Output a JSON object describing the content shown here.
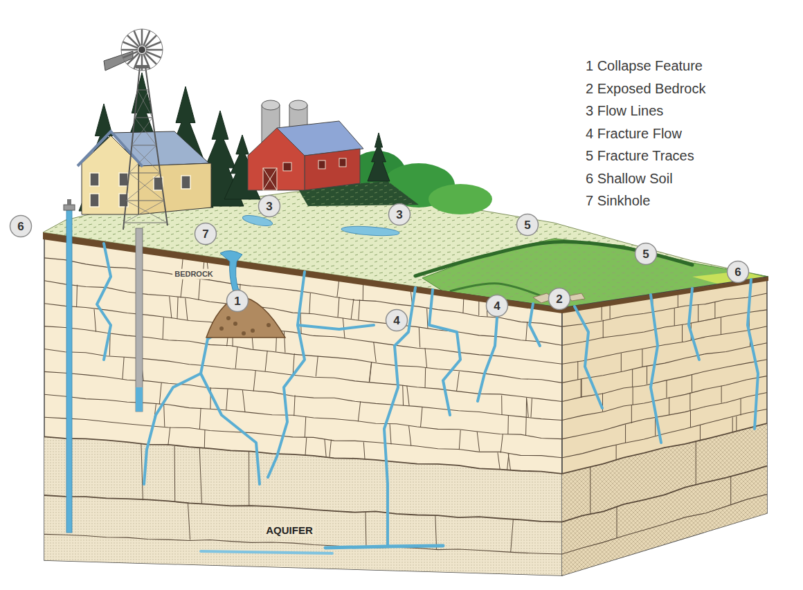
{
  "diagram": {
    "nodes": [
      {
        "text": [
          "3"
        ]
      },
      {
        "text": [
          "3"
        ]
      },
      {
        "text": [
          "5"
        ]
      },
      {
        "text": [
          "6"
        ]
      },
      {
        "text": [
          "7"
        ]
      },
      {
        "text": [
          "5"
        ]
      },
      {
        "text": [
          "6"
        ]
      },
      {
        "text": [
          "2"
        ]
      },
      {
        "text": [
          "1"
        ]
      },
      {
        "text": [
          "4"
        ]
      },
      {
        "text": [
          "4"
        ]
      }
    ],
    "labels": [
      "1 Collapse Feature",
      "2 Exposed Bedrock",
      "3 Flow Lines",
      "4 Fracture Flow",
      "5 Fracture Traces",
      "6 Shallow Soil",
      "7 Sinkhole",
      "BEDROCK",
      "AQUIFER"
    ]
  }
}
